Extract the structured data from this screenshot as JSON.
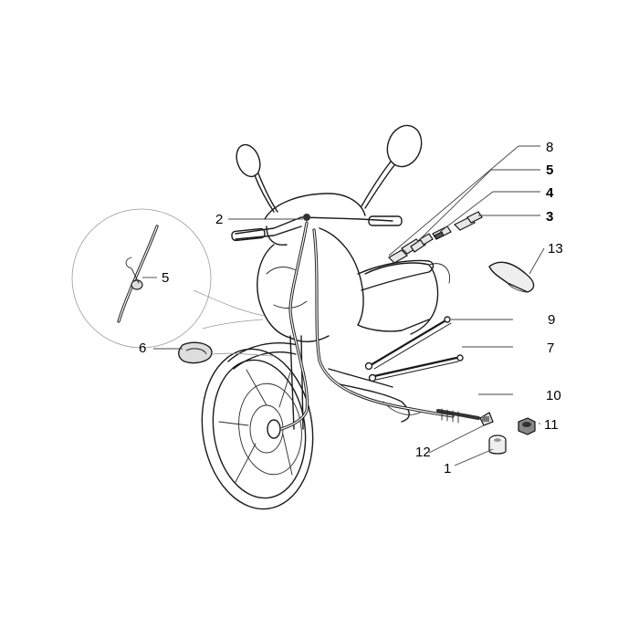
{
  "callouts": [
    {
      "id": "c1",
      "text": "1",
      "weight": "plain"
    },
    {
      "id": "c2",
      "text": "2",
      "weight": "plain"
    },
    {
      "id": "c3",
      "text": "3",
      "weight": "bold"
    },
    {
      "id": "c4",
      "text": "4",
      "weight": "bold"
    },
    {
      "id": "c5a",
      "text": "5",
      "weight": "bold"
    },
    {
      "id": "c5b",
      "text": "5",
      "weight": "plain"
    },
    {
      "id": "c6",
      "text": "6",
      "weight": "plain"
    },
    {
      "id": "c7",
      "text": "7",
      "weight": "plain"
    },
    {
      "id": "c8",
      "text": "8",
      "weight": "plain"
    },
    {
      "id": "c9",
      "text": "9",
      "weight": "plain"
    },
    {
      "id": "c10",
      "text": "10",
      "weight": "plain"
    },
    {
      "id": "c11",
      "text": "11",
      "weight": "plain"
    },
    {
      "id": "c12",
      "text": "12",
      "weight": "plain"
    },
    {
      "id": "c13",
      "text": "13",
      "weight": "plain"
    }
  ],
  "colors": {
    "ink": "#1a1a1a",
    "background": "#ffffff"
  }
}
